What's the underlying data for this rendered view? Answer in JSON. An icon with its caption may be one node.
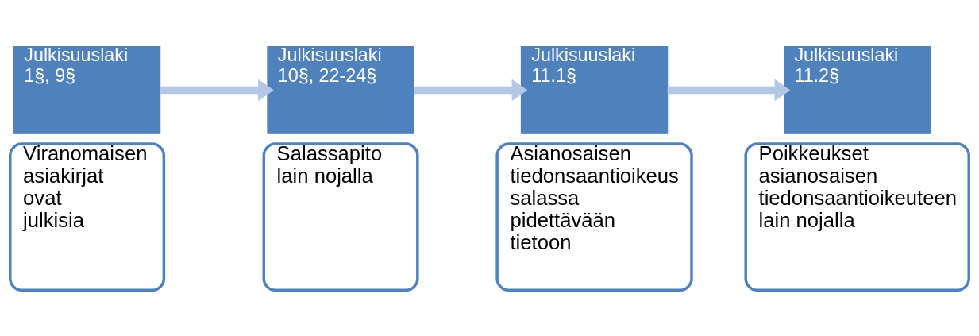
{
  "diagram": {
    "nodes": [
      {
        "text": [
          "Julkisuuslaki 1§, 9§"
        ]
      },
      {
        "text": [
          "Viranomaisen asiakirjat ovat julkisia"
        ]
      },
      {
        "text": [
          "Julkisuuslaki 10§, 22-24§"
        ]
      },
      {
        "text": [
          "Salassapito lain nojalla"
        ]
      },
      {
        "text": [
          "Julkisuuslaki 11.1§"
        ]
      },
      {
        "text": [
          "Asianosaisen tiedonsaantioikeus salassa pidettävään tietoon"
        ]
      },
      {
        "text": [
          "Julkisuuslaki 11.2§"
        ]
      },
      {
        "text": [
          "Poikkeukset asianosaisen tiedonsaantioikeuteen lain nojalla"
        ]
      }
    ],
    "edges": [
      {
        "from": 0,
        "to": 2,
        "arrow": "to"
      },
      {
        "from": 2,
        "to": 4,
        "arrow": "to"
      },
      {
        "from": 4,
        "to": 6,
        "arrow": "to"
      }
    ]
  }
}
